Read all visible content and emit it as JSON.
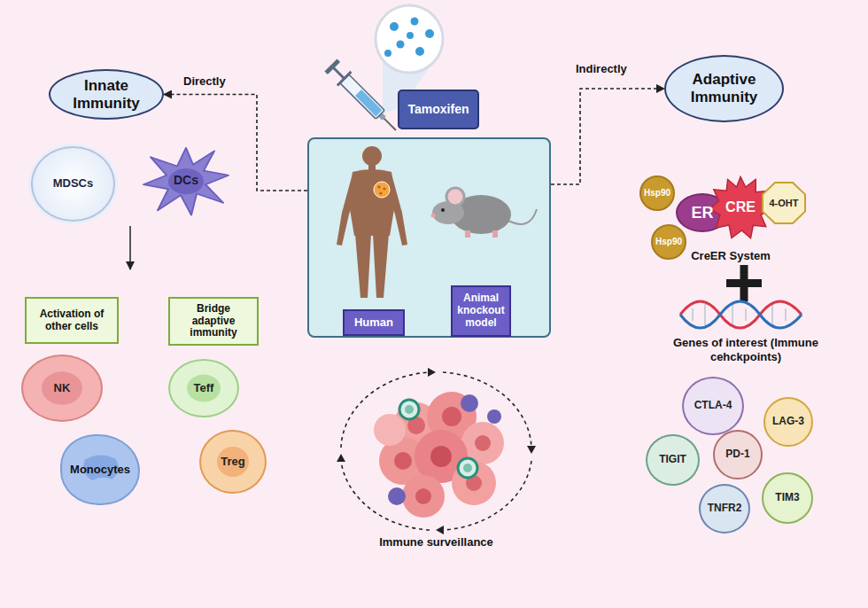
{
  "diagram": {
    "nodes": [
      {
        "text": [
          "Innate Immunity"
        ]
      },
      {
        "text": [
          "Tamoxifen"
        ]
      },
      {
        "text": [
          "Adaptive Immunity"
        ]
      },
      {
        "text": [
          "MDSCs"
        ]
      },
      {
        "text": [
          "DCs"
        ]
      },
      {
        "text": []
      },
      {
        "text": [
          "Human"
        ],
        "in": 5
      },
      {
        "text": [
          "Animal knockout model"
        ],
        "in": 5
      },
      {
        "text": [
          "Hsp90"
        ]
      },
      {
        "text": [
          "ER"
        ]
      },
      {
        "text": [
          "CRE"
        ]
      },
      {
        "text": [
          "4-OHT"
        ]
      },
      {
        "text": [
          "Hsp90"
        ]
      },
      {
        "text": [
          "Activation of other cells"
        ]
      },
      {
        "text": [
          "Bridge adaptive immunity"
        ]
      },
      {
        "text": [
          "NK"
        ]
      },
      {
        "text": [
          "Teff"
        ]
      },
      {
        "text": [
          "Monocytes"
        ]
      },
      {
        "text": [
          "Treg"
        ]
      },
      {
        "text": [
          "CTLA-4"
        ]
      },
      {
        "text": [
          "LAG-3"
        ]
      },
      {
        "text": [
          "TIGIT"
        ]
      },
      {
        "text": [
          "PD-1"
        ]
      },
      {
        "text": [
          "TNFR2"
        ]
      },
      {
        "text": [
          "TIM3"
        ]
      }
    ],
    "edges": [
      {
        "from": 5,
        "to": 0,
        "arrow": "to",
        "label": "Directly"
      },
      {
        "from": 5,
        "to": 2,
        "arrow": "to",
        "label": "Indirectly"
      }
    ],
    "labels": [
      "CreER System",
      "Genes of interest (Immune cehckpoints)",
      "Immune surveillance"
    ]
  }
}
